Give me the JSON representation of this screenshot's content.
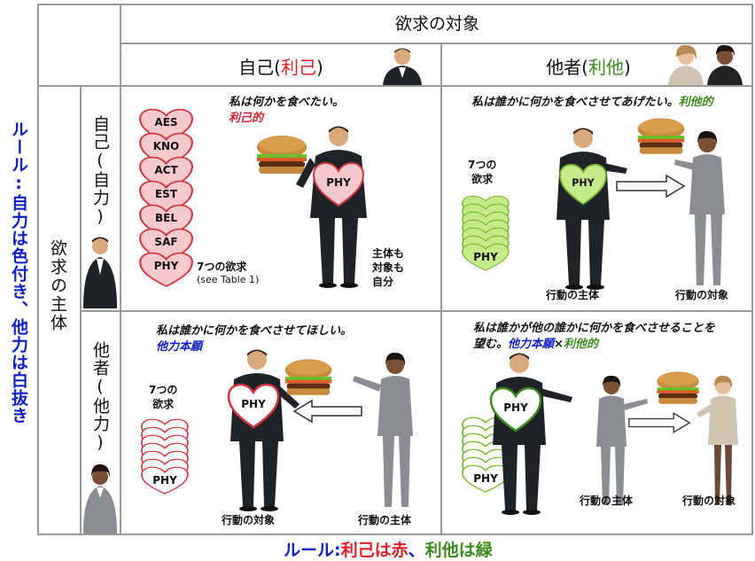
{
  "colors": {
    "red": "#e0202a",
    "green": "#3a8a1e",
    "blue": "#1020c8",
    "grid": "#9a9a9a",
    "heart_red_fill": "#f6c9cc",
    "heart_red_stroke": "#d2343e",
    "heart_green_fill": "#c6eb8a",
    "heart_green_stroke": "#74b62c"
  },
  "header": {
    "object_title": "欲求の対象",
    "self_col": {
      "label": "自己(",
      "accent": "利己",
      "close": ")"
    },
    "other_col": {
      "label": "他者(",
      "accent": "利他",
      "close": ")"
    },
    "subject_title": "欲求の主体",
    "self_row": "自己(自力)",
    "other_row": "他者(他力)"
  },
  "left_rule": {
    "prefix": "ルール",
    "body": ":自力は色付き、他力は白抜き"
  },
  "bottom_rule": {
    "prefix": "ルール:",
    "red_part": "利己は赤",
    "sep": "、",
    "green_part": "利他は緑"
  },
  "cells": {
    "top_left": {
      "caption": "私は何かを食べたい。",
      "tag": "利己的",
      "hearts": [
        "AES",
        "KNO",
        "ACT",
        "EST",
        "BEL",
        "SAF",
        "PHY"
      ],
      "note_line1": "7つの欲求",
      "note_line2": "(see Table 1)",
      "side_note": [
        "主体も",
        "対象も",
        "自分"
      ],
      "heart_label": "PHY"
    },
    "top_right": {
      "caption": "私は誰かに何かを食べさせてあげたい。",
      "tag": "利他的",
      "desire_label": [
        "7つの",
        "欲求"
      ],
      "stack_label": "PHY",
      "heart_label": "PHY",
      "actor_label": "行動の主体",
      "target_label": "行動の対象"
    },
    "bottom_left": {
      "caption": "私は誰かに何かを食べさせてほしい。",
      "tag": "他力本願",
      "desire_label": [
        "7つの",
        "欲求"
      ],
      "stack_label": "PHY",
      "heart_label": "PHY",
      "target_label": "行動の対象",
      "actor_label": "行動の主体"
    },
    "bottom_right": {
      "caption_line1": "私は誰かが他の誰かに何かを食べさせることを",
      "caption_line2": "望む。",
      "tag_blue": "他力本願",
      "tag_sep": "×",
      "tag_green": "利他的",
      "stack_label": "PHY",
      "heart_label": "PHY",
      "actor_label": "行動の主体",
      "target_label": "行動の対象"
    }
  }
}
